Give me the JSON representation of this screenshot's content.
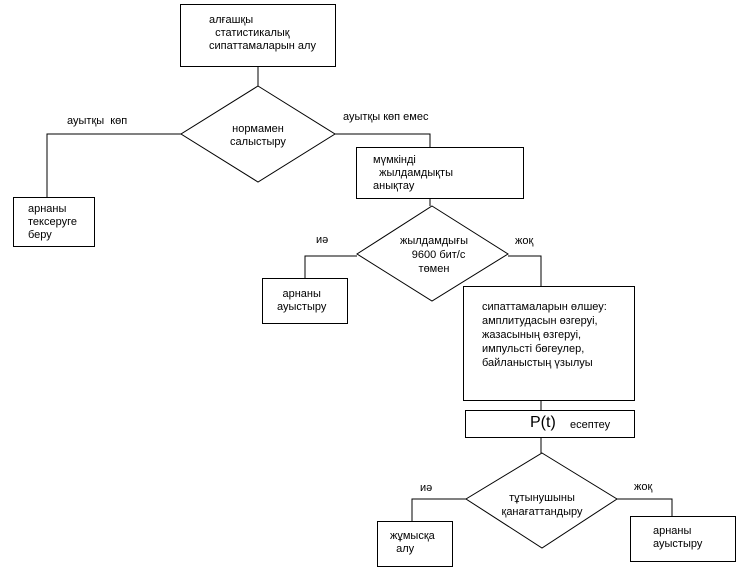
{
  "nodes": {
    "start": "алғашқы\n  статистикалық\nсипаттамаларын алу",
    "compare": "нормамен\nсалыстыру",
    "branch_many": "ауытқы  көп",
    "branch_not_many": "ауытқы көп емес",
    "check_channel": "арнаны\nтексеруге\nберу",
    "determine_speed": "мүмкінді\n  жылдамдықты\nанықтау",
    "speed_check": "жылдамдығы\n   9600 бит/с\nтөмен",
    "yes_1": "иә",
    "no_1": "жоқ",
    "switch_channel_1": "арнаны\nауыстыру",
    "measure": "сипаттамаларын өлшеу:\nамплитудасын өзгеруі,\nжазасының өзгеруі,\nимпульсті бөгеулер,\nбайланыстың үзылуы",
    "pt_symbol": "P(t)",
    "pt_label": "есептеу",
    "satisfy": "тұтынушыны\nқанағаттандыру",
    "yes_2": "иә",
    "no_2": "жоқ",
    "to_work": "жұмысқа\n  алу",
    "switch_channel_2": "арнаны\nауыстыру"
  }
}
